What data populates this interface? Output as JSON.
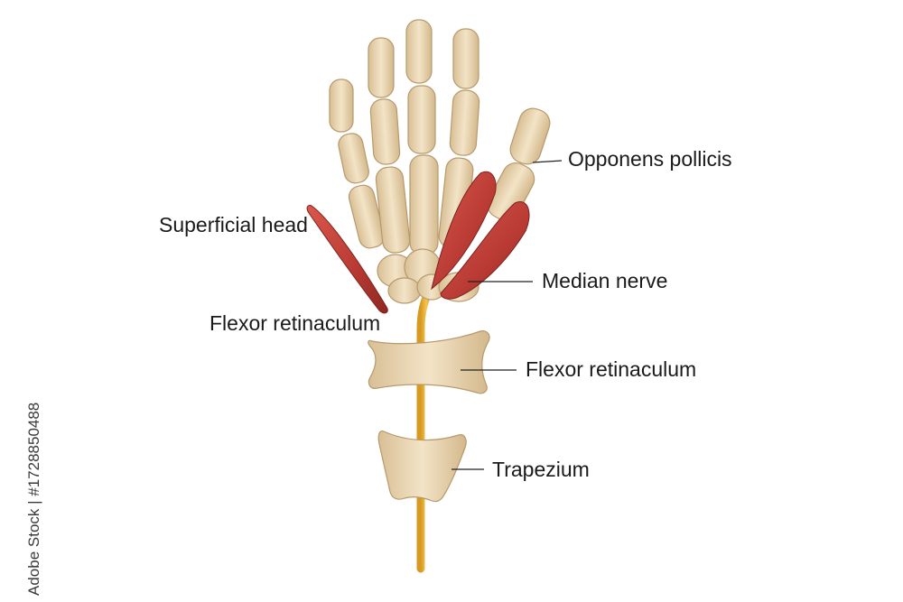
{
  "labels": {
    "opponens_pollicis": "Opponens pollicis",
    "superficial_head": "Superficial head",
    "median_nerve": "Median nerve",
    "flexor_retinaculum_left": "Flexor retinaculum",
    "flexor_retinaculum_right": "Flexor retinaculum",
    "trapezium": "Trapezium"
  },
  "watermark": "Adobe Stock | #1728850488",
  "colors": {
    "bone": "#ecd9b6",
    "bone_shadow": "#c9ad82",
    "muscle": "#c0413a",
    "muscle_dark": "#8f2a25",
    "nerve": "#e9b23a",
    "leader": "#222222"
  }
}
